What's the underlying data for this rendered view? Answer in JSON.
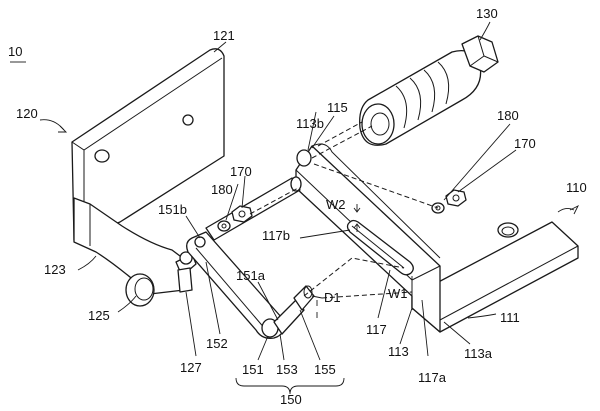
{
  "figure": {
    "assembly_label": "10",
    "labels": {
      "l121": "121",
      "l120": "120",
      "l130": "130",
      "l115": "115",
      "l113b": "113b",
      "l180a": "180",
      "l170a": "170",
      "l180b": "180",
      "l170b": "170",
      "l110": "110",
      "l151b": "151b",
      "lW2": "W2",
      "l117b": "117b",
      "l123": "123",
      "l151a": "151a",
      "lD1": "D1",
      "lW1": "W1",
      "l111": "111",
      "l125": "125",
      "l117": "117",
      "l152": "152",
      "l127": "127",
      "l113": "113",
      "l113a": "113a",
      "l151": "151",
      "l153": "153",
      "l155": "155",
      "l117a": "117a",
      "l150": "150"
    }
  }
}
